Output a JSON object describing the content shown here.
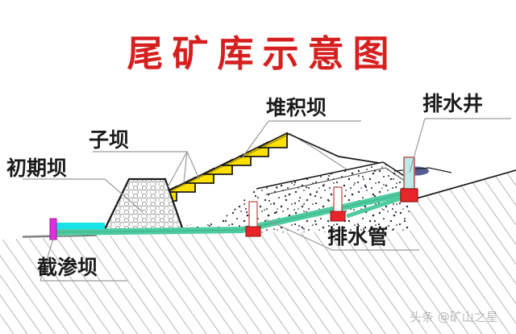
{
  "title": "尾矿库示意图",
  "title_color": "#d6201f",
  "watermark": "头条 @矿山之星",
  "labels": {
    "initial_dam": "初期坝",
    "sub_dam": "子坝",
    "accumulation_dam": "堆积坝",
    "drainage_well": "排水井",
    "seepage_interception_dam": "截渗坝",
    "drainage_pipe": "排水管"
  },
  "colors": {
    "title_red": "#d6201f",
    "sub_dam_yellow": "#ffe000",
    "drainage_pipe_green": "#4ecb9f",
    "well_red": "#e8262a",
    "well_tube_cyan": "#a9e3e0",
    "seepage_dam_magenta": "#e02de0",
    "seepage_pipe_cyan": "#16e4e8",
    "outline_black": "#1b1b1b",
    "ground_hatch_gray": "#8d8d8d",
    "tailings_speckle": "#2a2a3a",
    "pond_water": "#3a3f7a",
    "leader_line_gray": "#9a9a9a"
  },
  "elements": {
    "initial_dam_fill_pattern": "circles",
    "tailings_fill_pattern": "speckles",
    "ground_fill_pattern": "diagonal-hatch",
    "sub_dam_count": 9,
    "drainage_well_count": 3
  }
}
